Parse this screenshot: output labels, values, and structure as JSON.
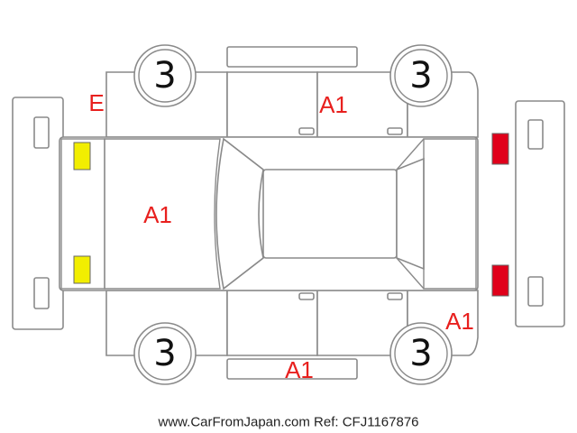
{
  "diagram": {
    "tires": {
      "front_left": "3",
      "front_right": "3",
      "rear_left": "3",
      "rear_right": "3"
    },
    "damage_codes": {
      "front_left_corner": "E",
      "top_doors": "A1",
      "hood": "A1",
      "rear_right_corner": "A1",
      "bottom_rocker": "A1"
    },
    "markers": {
      "front_lights": {
        "color": "#f2ee00",
        "count": 2
      },
      "rear_lights": {
        "color": "#e0001a",
        "count": 2
      }
    }
  },
  "footer": {
    "source": "www.CarFromJapan.com Ref: CFJ1167876"
  }
}
